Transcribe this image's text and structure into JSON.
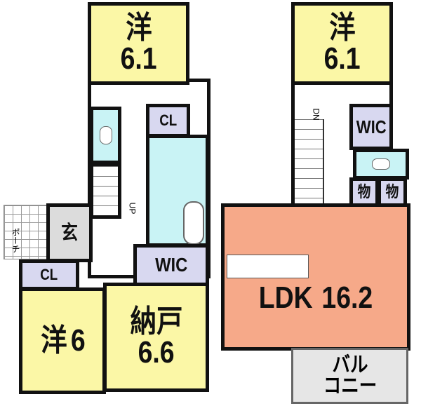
{
  "floor1": {
    "bedroom": {
      "name": "洋",
      "size": "6.1"
    },
    "closet_top": "CL",
    "stairs_label": "UP",
    "entrance": "玄",
    "porch": "ポーチ",
    "closet_bottom": "CL",
    "bedroom2": {
      "name": "洋",
      "size": "6"
    },
    "storage": {
      "name": "納戸",
      "size": "6.6"
    },
    "wic": "WIC"
  },
  "floor2": {
    "bedroom": {
      "name": "洋",
      "size": "6.1"
    },
    "stairs_label": "DN",
    "wic": "WIC",
    "storage1": "物",
    "storage2": "物",
    "ldk": {
      "name": "LDK",
      "size": "16.2"
    },
    "balcony": {
      "line1": "バル",
      "line2": "コニー"
    }
  },
  "colors": {
    "bedroom": "#fbf7a6",
    "closet": "#d8d8f0",
    "wet": "#c9f3f5",
    "entrance": "#dcdcdc",
    "ldk": "#f6a989"
  }
}
